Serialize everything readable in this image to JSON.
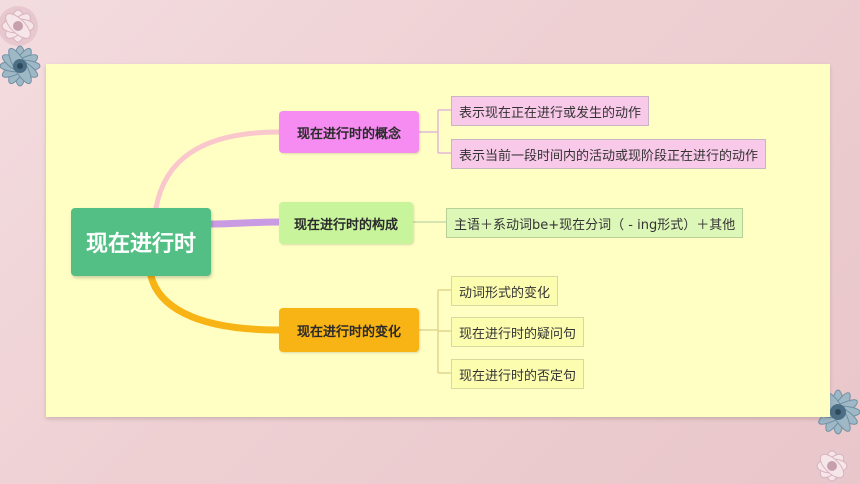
{
  "root": {
    "label": "现在进行时"
  },
  "branches": [
    {
      "label": "现在进行时的概念",
      "color": "#f68cf2",
      "leaves": [
        "表示现在正在进行或发生的动作",
        "表示当前一段时间内的活动或现阶段正在进行的动作"
      ]
    },
    {
      "label": "现在进行时的构成",
      "color": "#c8f49c",
      "leaves": [
        "主语＋系动词be+现在分词（ - ing形式）＋其他"
      ]
    },
    {
      "label": "现在进行时的变化",
      "color": "#f8b414",
      "leaves": [
        "动词形式的变化",
        "现在进行时的疑问句",
        "现在进行时的否定句"
      ]
    }
  ],
  "colors": {
    "background": "#f0d6d9",
    "panel": "#ffffc4",
    "root": "#53bf85"
  }
}
